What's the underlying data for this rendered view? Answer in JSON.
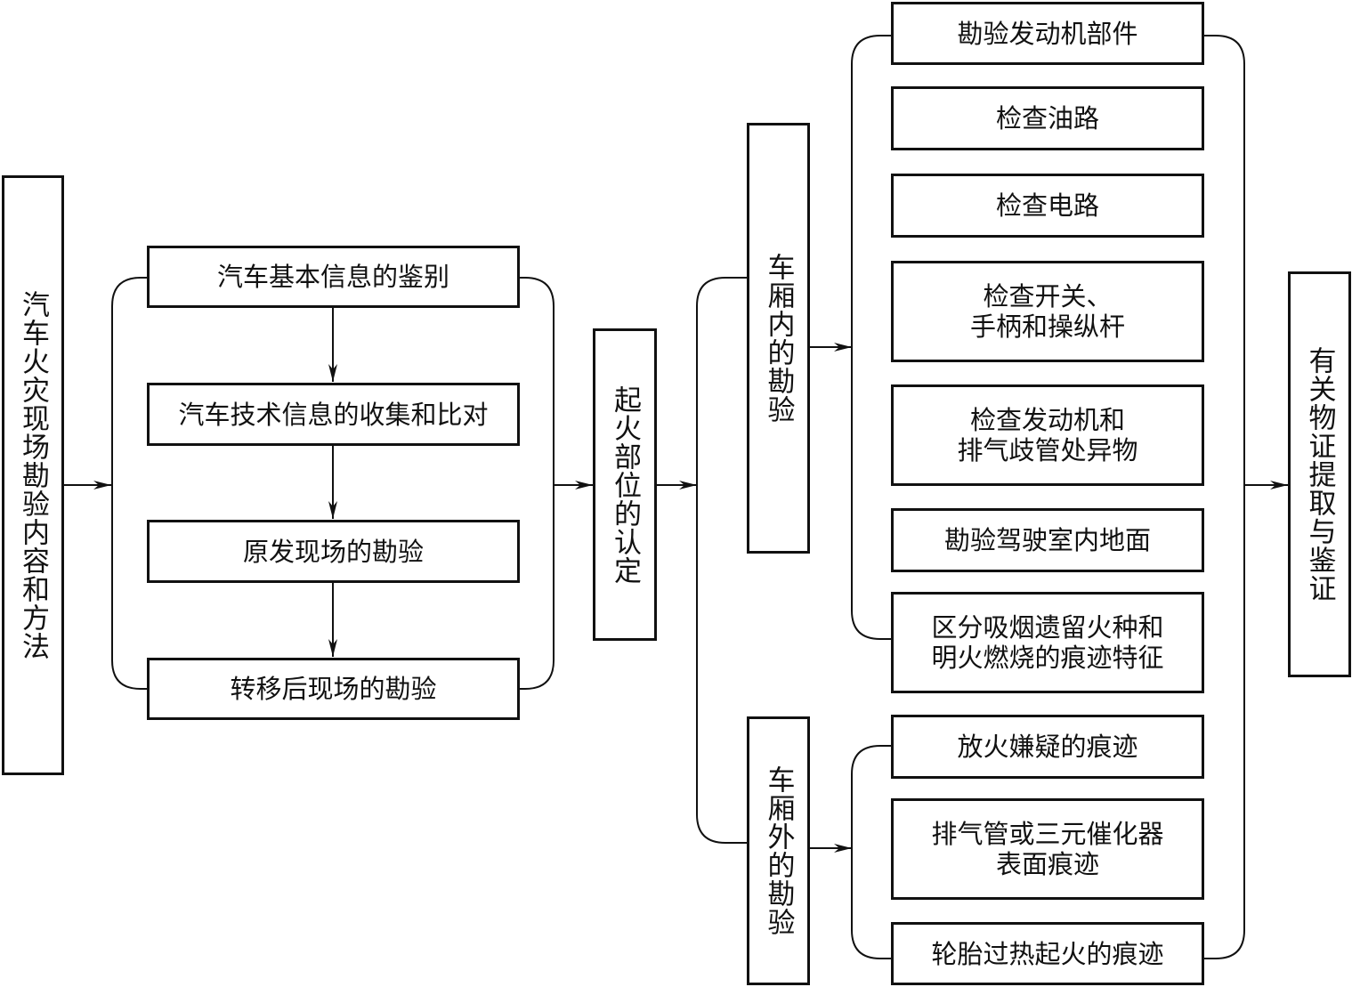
{
  "diagram": {
    "root": "汽车火灾现场勘验内容和方法",
    "steps": [
      "汽车基本信息的鉴别",
      "汽车技术信息的收集和比对",
      "原发现场的勘验",
      "转移后现场的勘验"
    ],
    "origin": "起火部位的认定",
    "inside": {
      "label": "车厢内的勘验",
      "items": [
        "勘验发动机部件",
        "检查油路",
        "检查电路",
        "检查开关、\n手柄和操纵杆",
        "检查发动机和\n排气歧管处异物",
        "勘验驾驶室内地面",
        "区分吸烟遗留火种和\n明火燃烧的痕迹特征"
      ]
    },
    "outside": {
      "label": "车厢外的勘验",
      "items": [
        "放火嫌疑的痕迹",
        "排气管或三元催化器\n表面痕迹",
        "轮胎过热起火的痕迹"
      ]
    },
    "result": "有关物证提取与鉴证"
  }
}
